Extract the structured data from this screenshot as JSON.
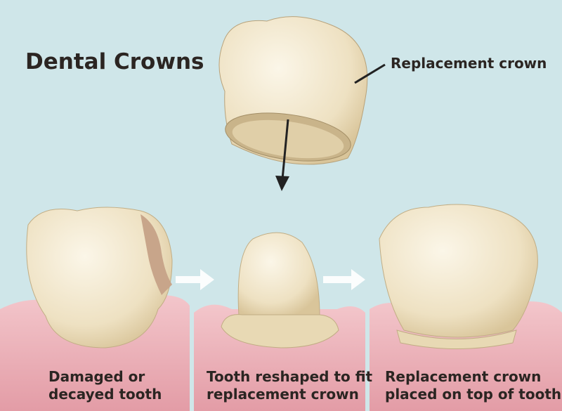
{
  "title": "Dental Crowns",
  "callout": "Replacement crown",
  "steps": [
    {
      "line1": "Damaged or",
      "line2": "decayed tooth"
    },
    {
      "line1": "Tooth reshaped to fit",
      "line2": "replacement crown"
    },
    {
      "line1": "Replacement crown",
      "line2": "placed on top of tooth"
    }
  ],
  "colors": {
    "background": "#cfe6e9",
    "gum": "#e8a9b1",
    "tooth": "#f1e6cc",
    "text": "#2b2522"
  }
}
